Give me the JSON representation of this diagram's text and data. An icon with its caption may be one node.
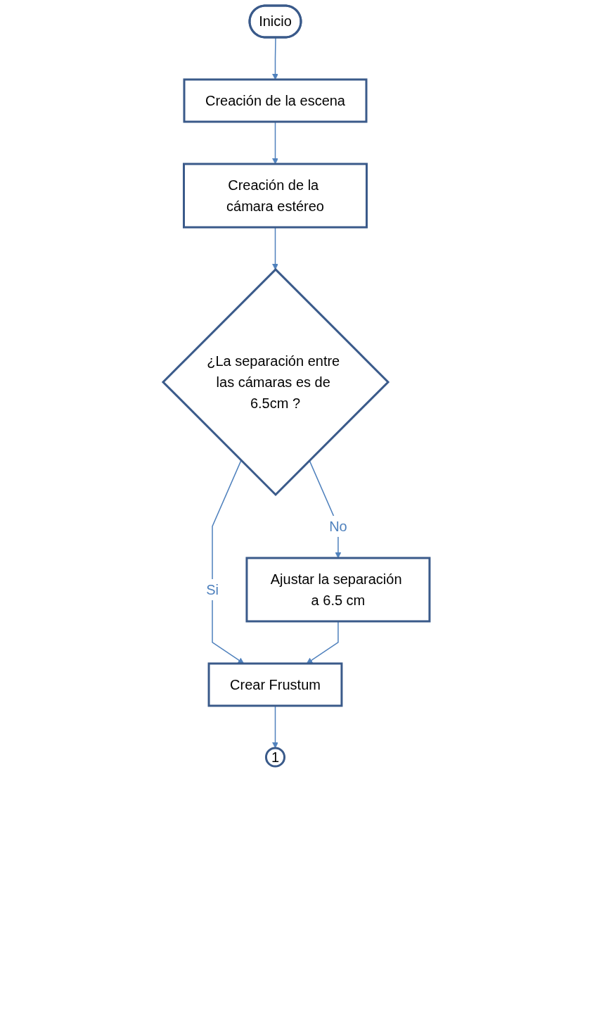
{
  "diagram": {
    "nodes": [
      {
        "text": [
          "Inicio"
        ]
      },
      {
        "text": [
          "Creación de la escena"
        ]
      },
      {
        "text": [
          "Creación de la cámara estéreo"
        ]
      },
      {
        "text": [
          "¿La separación entre las cámaras es de 6.5cm ?"
        ]
      },
      {
        "text": [
          "Ajustar la separación a 6.5 cm"
        ]
      },
      {
        "text": [
          "Crear Frustum"
        ]
      },
      {
        "text": [
          "1"
        ]
      }
    ],
    "edges": [
      {
        "from": 0,
        "to": 1,
        "arrow": "to"
      },
      {
        "from": 1,
        "to": 2,
        "arrow": "to"
      },
      {
        "from": 2,
        "to": 3,
        "arrow": "to"
      },
      {
        "from": 3,
        "to": 4,
        "arrow": "to",
        "label": "No"
      },
      {
        "from": 3,
        "to": 5,
        "arrow": "to",
        "label": "Si"
      },
      {
        "from": 4,
        "to": 5,
        "arrow": "to"
      },
      {
        "from": 5,
        "to": 6,
        "arrow": "to"
      }
    ]
  }
}
